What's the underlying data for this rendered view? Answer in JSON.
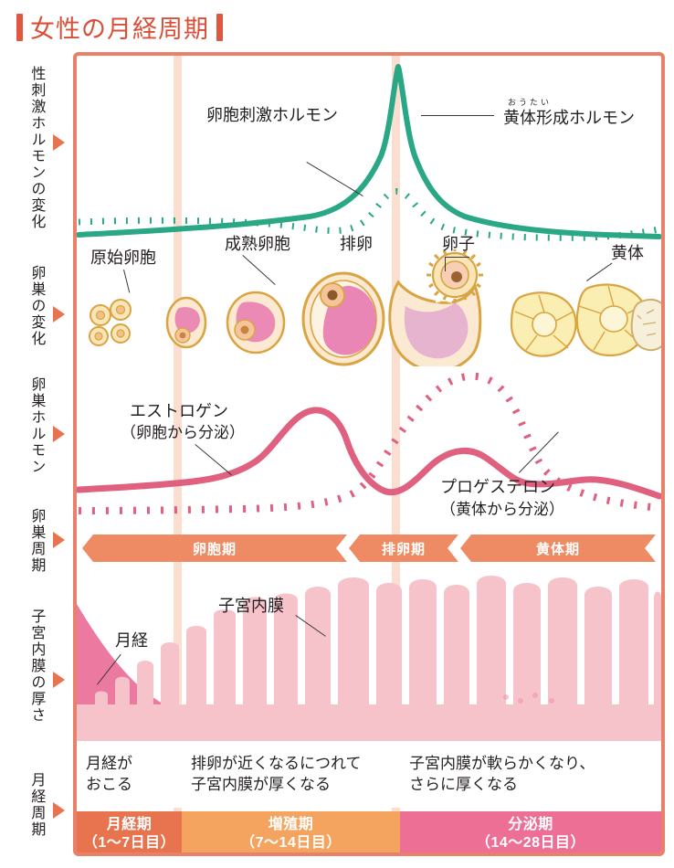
{
  "title": "女性の月経周期",
  "colors": {
    "frame_border": "#e8806a",
    "divider": "#fbded0",
    "gonadotropin_line": "#2aa784",
    "ovarian_hormone_line": "#e0607f",
    "chevron": "#ef8b64",
    "phase_menstrual": "#e8734f",
    "phase_proliferative": "#f4a45e",
    "phase_secretory": "#ee6f96",
    "follicle_outline": "#d9a441",
    "follicle_fill": "#f7e3b0",
    "corpus_luteum": "#f7e7a8",
    "endometrium": "#f6c3cb",
    "menstruation": "#e8719a"
  },
  "row_labels": [
    {
      "id": "gonadotropins",
      "text": "性刺激ホルモンの変化"
    },
    {
      "id": "ovary-changes",
      "text": "卵巣の変化"
    },
    {
      "id": "ovarian-hormones",
      "text": "卵巣ホルモン"
    },
    {
      "id": "ovarian-cycle",
      "text": "卵巣周期"
    },
    {
      "id": "endometrium-thickness",
      "text": "子宮内膜の厚さ"
    },
    {
      "id": "menstrual-cycle",
      "text": "月経周期"
    }
  ],
  "gonadotropin_chart": {
    "fsh_label": "卵胞刺激ホルモン",
    "lh_label": "黄体形成ホルモン",
    "lh_ruby": "おうたい"
  },
  "ovary_labels": {
    "primordial_follicle": "原始卵胞",
    "mature_follicle": "成熟卵胞",
    "ovulation": "排卵",
    "ovum": "卵子",
    "corpus_luteum": "黄体"
  },
  "ovarian_hormone_chart": {
    "estrogen_label": "エストロゲン",
    "estrogen_sub": "（卵胞から分泌）",
    "progesterone_label": "プロゲステロン",
    "progesterone_sub": "（黄体から分泌）"
  },
  "ovarian_cycle": [
    {
      "label": "卵胞期"
    },
    {
      "label": "排卵期"
    },
    {
      "label": "黄体期"
    }
  ],
  "endometrium": {
    "menstruation_label": "月経",
    "lining_label": "子宮内膜"
  },
  "descriptions": [
    {
      "line1": "月経が",
      "line2": "おこる"
    },
    {
      "line1": "排卵が近くなるにつれて",
      "line2": "子宮内膜が厚くなる"
    },
    {
      "line1": "子宮内膜が軟らかくなり、",
      "line2": "さらに厚くなる"
    }
  ],
  "menstrual_phases": [
    {
      "name": "月経期",
      "days": "（1〜7日目）"
    },
    {
      "name": "増殖期",
      "days": "（7〜14日目）"
    },
    {
      "name": "分泌期",
      "days": "（14〜28日目）"
    }
  ],
  "chart_data": {
    "type": "line",
    "title": "女性の月経周期",
    "xlabel": "",
    "ylabel": "",
    "x_axis_days": [
      1,
      7,
      14,
      28
    ],
    "series": [
      {
        "name": "卵胞刺激ホルモン",
        "group": "性刺激ホルモン",
        "style": "dotted",
        "color": "#2aa784",
        "x": [
          0,
          3,
          7,
          10,
          12,
          14,
          16,
          20,
          24,
          28
        ],
        "values": [
          30,
          30,
          29,
          26,
          40,
          52,
          30,
          18,
          15,
          22
        ]
      },
      {
        "name": "黄体形成ホルモン",
        "group": "性刺激ホルモン",
        "style": "solid",
        "color": "#2aa784",
        "x": [
          0,
          3,
          7,
          10,
          12,
          13,
          14,
          15,
          16,
          20,
          24,
          28
        ],
        "values": [
          18,
          19,
          20,
          24,
          45,
          85,
          100,
          62,
          38,
          24,
          20,
          16
        ]
      },
      {
        "name": "エストロゲン",
        "group": "卵巣ホルモン",
        "style": "solid",
        "color": "#e0607f",
        "x": [
          0,
          4,
          8,
          11,
          13,
          14,
          16,
          18,
          21,
          24,
          26,
          28
        ],
        "values": [
          18,
          20,
          26,
          52,
          72,
          66,
          34,
          40,
          58,
          44,
          42,
          26
        ]
      },
      {
        "name": "プロゲステロン",
        "group": "卵巣ホルモン",
        "style": "dotted",
        "color": "#e0607f",
        "x": [
          0,
          5,
          10,
          13,
          15,
          17,
          19,
          21,
          23,
          25,
          28
        ],
        "values": [
          6,
          6,
          7,
          14,
          34,
          62,
          82,
          88,
          62,
          36,
          20
        ]
      },
      {
        "name": "子宮内膜の厚さ",
        "group": "子宮内膜",
        "style": "area",
        "color": "#f6c3cb",
        "x": [
          0,
          2,
          5,
          7,
          9,
          11,
          13,
          15,
          18,
          21,
          24,
          28
        ],
        "values": [
          60,
          30,
          12,
          14,
          30,
          45,
          58,
          70,
          80,
          86,
          84,
          80
        ]
      }
    ],
    "legend_position": "inline-annotations",
    "grid": false
  }
}
